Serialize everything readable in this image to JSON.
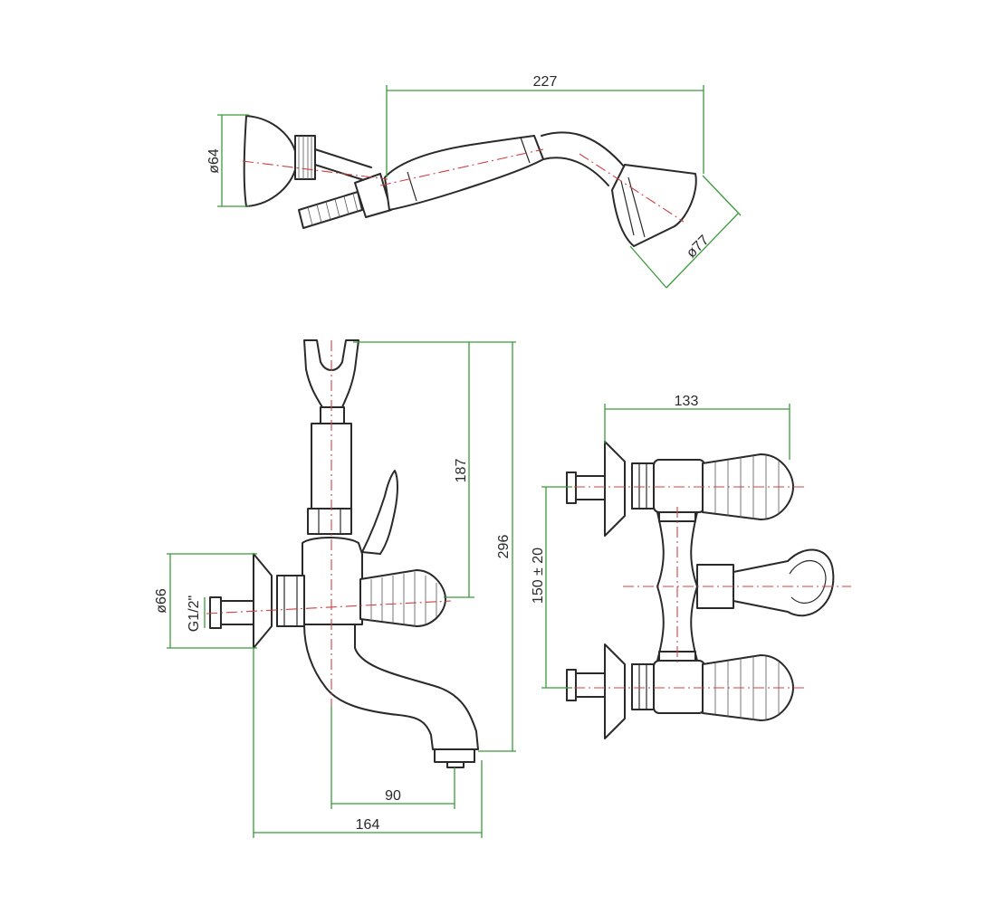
{
  "colors": {
    "outline": "#2a2a2a",
    "dimension_line": "#3a9a3a",
    "center_line": "#d04040",
    "background": "#ffffff"
  },
  "dimensions": {
    "hand_shower_length": "227",
    "wall_bracket_diameter": "ø64",
    "shower_head_diameter": "ø77",
    "overall_height": "296",
    "holder_height": "187",
    "flange_diameter": "ø66",
    "inlet_thread": "G1/2\"",
    "spout_reach": "90",
    "overall_depth": "164",
    "handle_span": "133",
    "inlet_centers": "150 ± 20"
  }
}
